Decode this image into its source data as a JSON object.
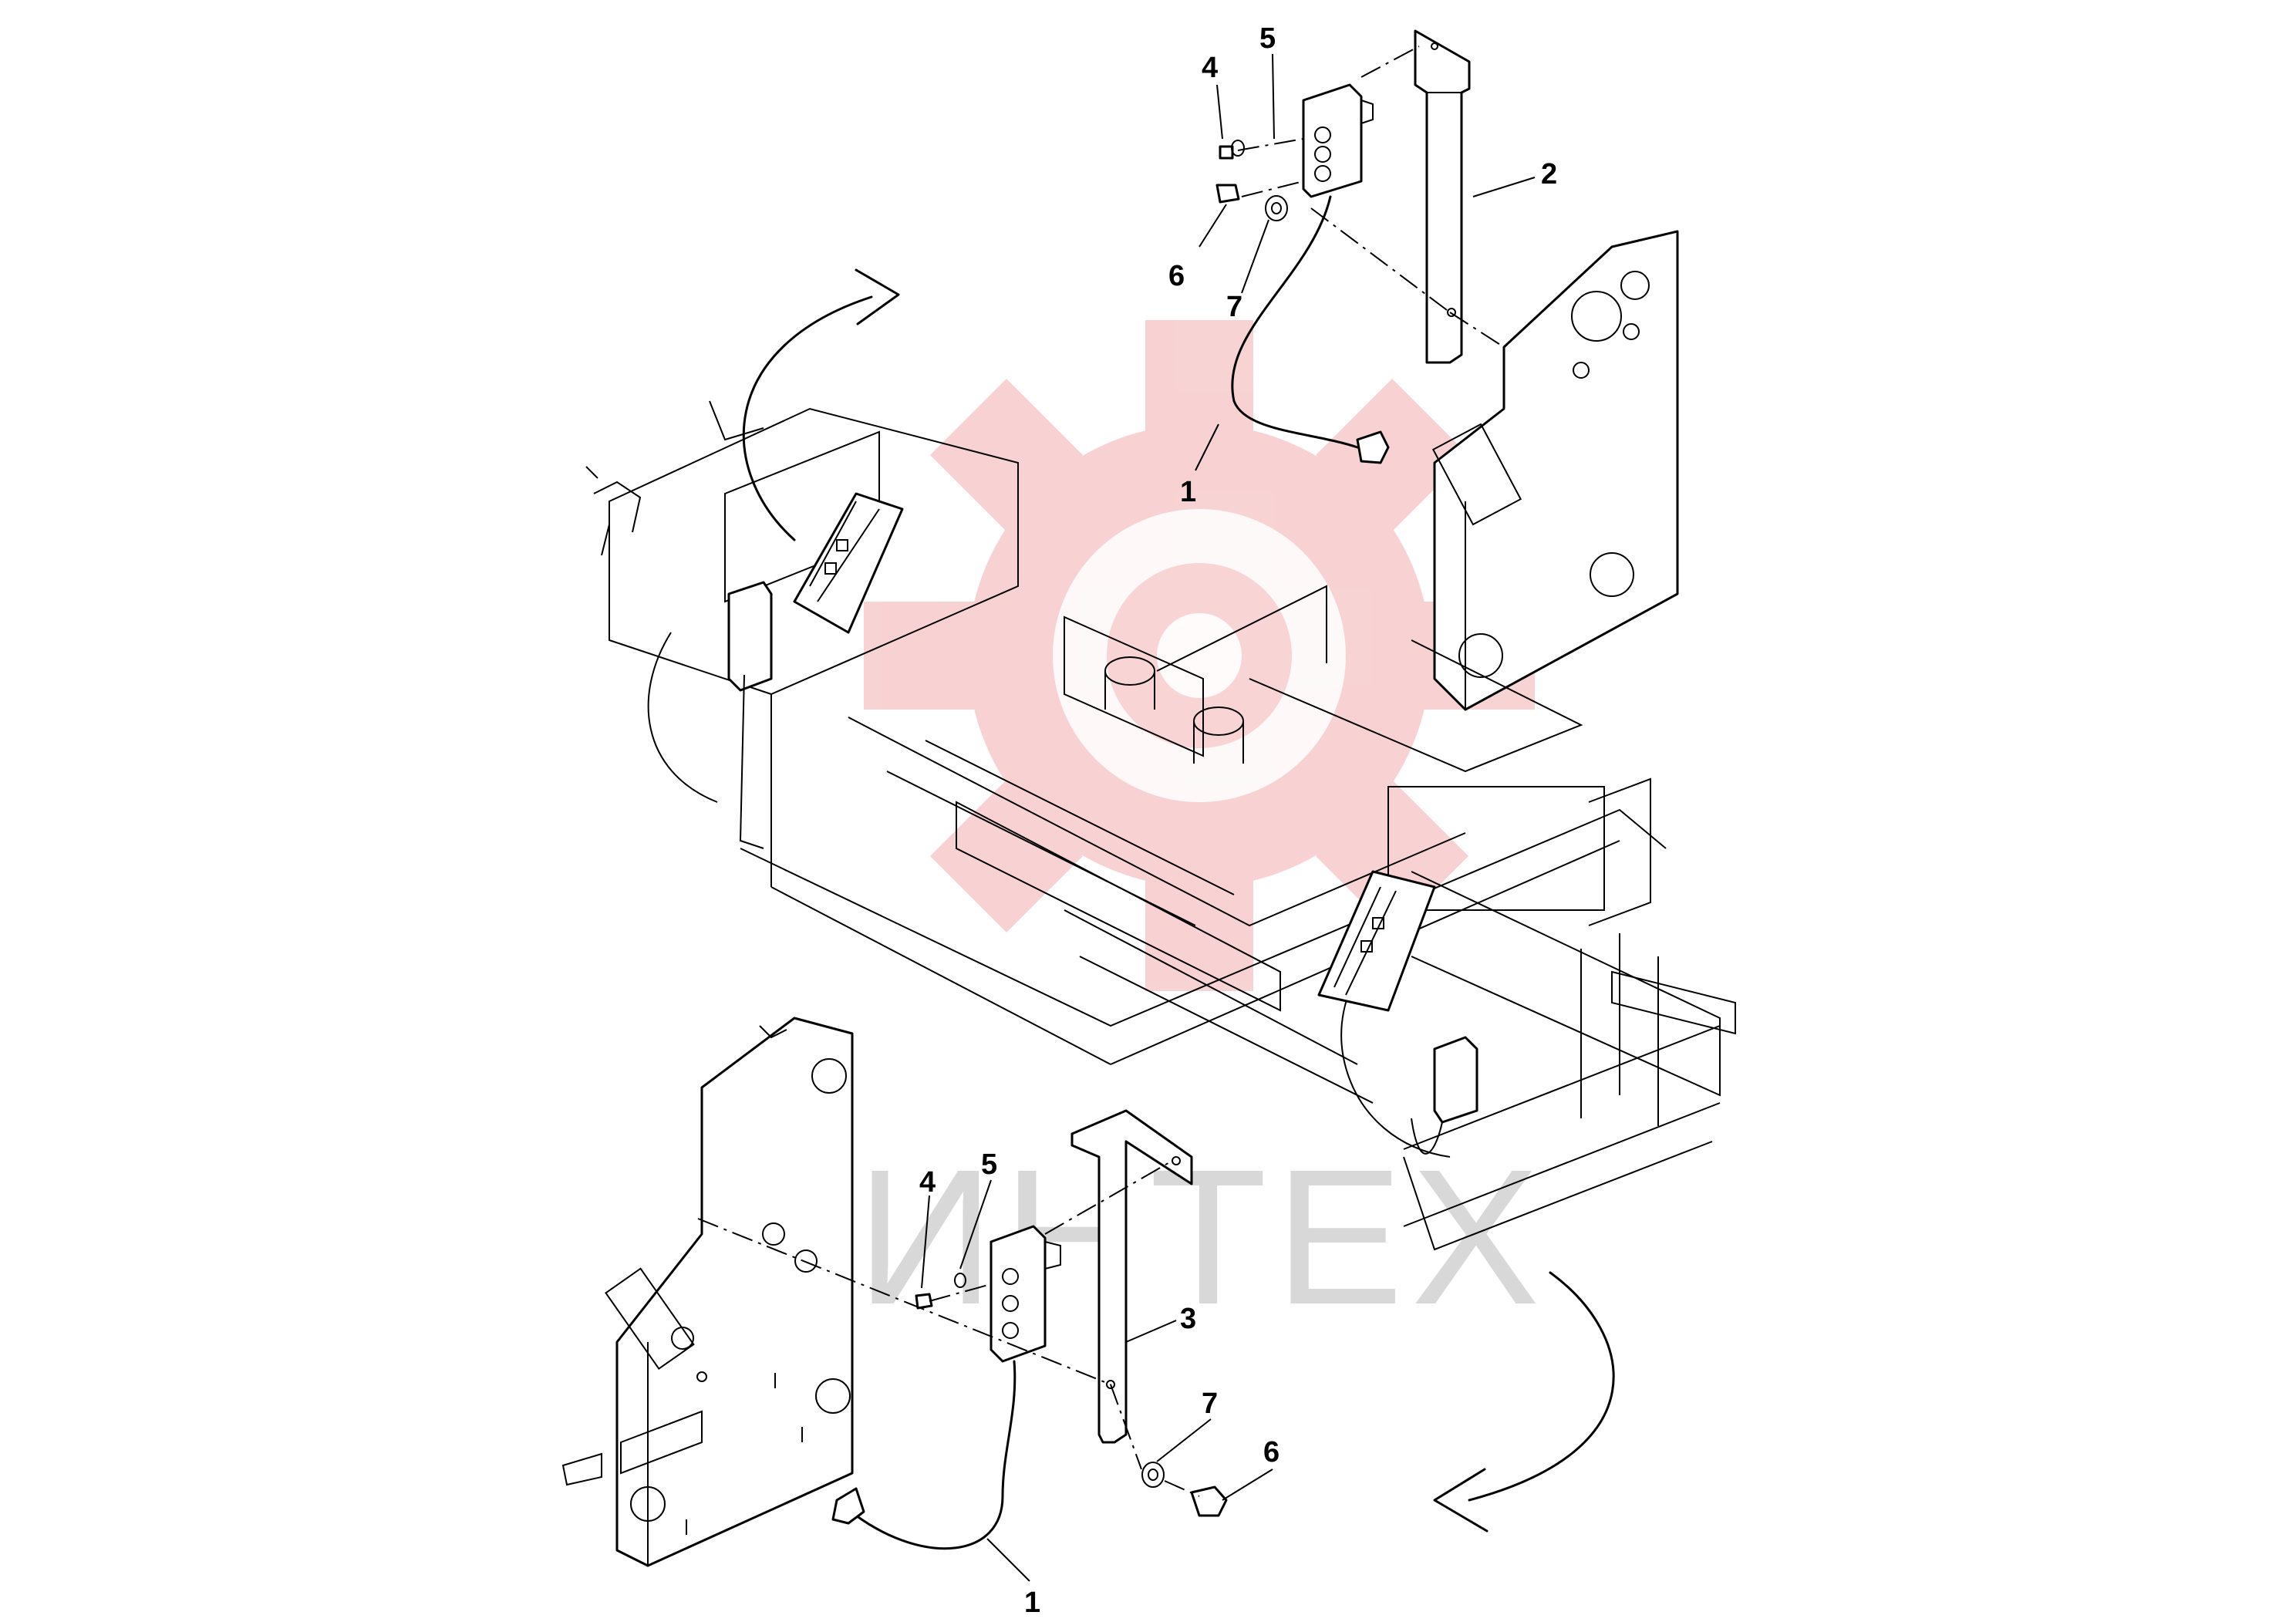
{
  "watermark": {
    "text": "ИНТЕХ",
    "gear_color": "#f4b6b6",
    "text_color": "#d8d8d8"
  },
  "callouts": [
    {
      "id": "c-top-4",
      "label": "4"
    },
    {
      "id": "c-top-5",
      "label": "5"
    },
    {
      "id": "c-top-2",
      "label": "2"
    },
    {
      "id": "c-top-6",
      "label": "6"
    },
    {
      "id": "c-top-7",
      "label": "7"
    },
    {
      "id": "c-top-1",
      "label": "1"
    },
    {
      "id": "c-bot-4",
      "label": "4"
    },
    {
      "id": "c-bot-5",
      "label": "5"
    },
    {
      "id": "c-bot-3",
      "label": "3"
    },
    {
      "id": "c-bot-7",
      "label": "7"
    },
    {
      "id": "c-bot-6",
      "label": "6"
    },
    {
      "id": "c-bot-1",
      "label": "1"
    }
  ]
}
